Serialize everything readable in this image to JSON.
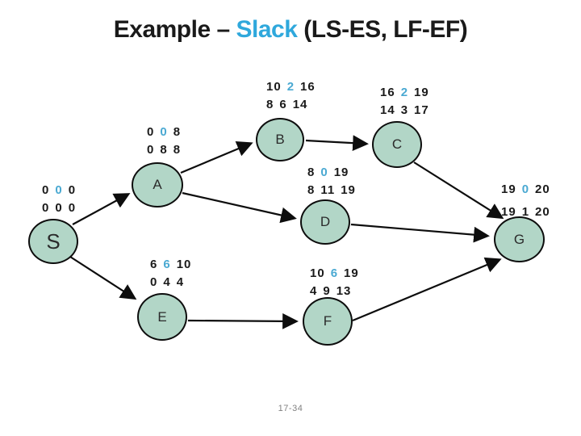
{
  "title": {
    "prefix": "Example – ",
    "highlight": "Slack",
    "suffix": " (LS-ES, LF-EF)"
  },
  "colors": {
    "accent_blue": "#2fa8dc",
    "slack_value_blue": "#4aa9d2",
    "node_fill": "#b2d6c7",
    "node_border": "#000000",
    "footer_gray": "#808080"
  },
  "graph": {
    "nodes": {
      "S": {
        "label": "S",
        "row1": [
          "0",
          "0",
          "0"
        ],
        "row2": [
          "0",
          "0",
          "0"
        ]
      },
      "A": {
        "label": "A",
        "row1": [
          "0",
          "0",
          "8"
        ],
        "row2": [
          "0",
          "8",
          "8"
        ]
      },
      "B": {
        "label": "B",
        "row1": [
          "10",
          "2",
          "16"
        ],
        "row2": [
          "8",
          "6",
          "14"
        ]
      },
      "C": {
        "label": "C",
        "row1": [
          "16",
          "2",
          "19"
        ],
        "row2": [
          "14",
          "3",
          "17"
        ]
      },
      "D": {
        "label": "D",
        "row1": [
          "8",
          "0",
          "19"
        ],
        "row2": [
          "8",
          "11",
          "19"
        ]
      },
      "E": {
        "label": "E",
        "row1": [
          "6",
          "6",
          "10"
        ],
        "row2": [
          "0",
          "4",
          "4"
        ]
      },
      "F": {
        "label": "F",
        "row1": [
          "10",
          "6",
          "19"
        ],
        "row2": [
          "4",
          "9",
          "13"
        ]
      },
      "G": {
        "label": "G",
        "row1": [
          "19",
          "0",
          "20"
        ],
        "row2": [
          "19",
          "1",
          "20"
        ]
      }
    },
    "edges": [
      "S-A",
      "S-E",
      "A-B",
      "A-D",
      "B-C",
      "C-G",
      "D-G",
      "E-F",
      "F-G"
    ]
  },
  "footer": {
    "page": "17-34"
  }
}
